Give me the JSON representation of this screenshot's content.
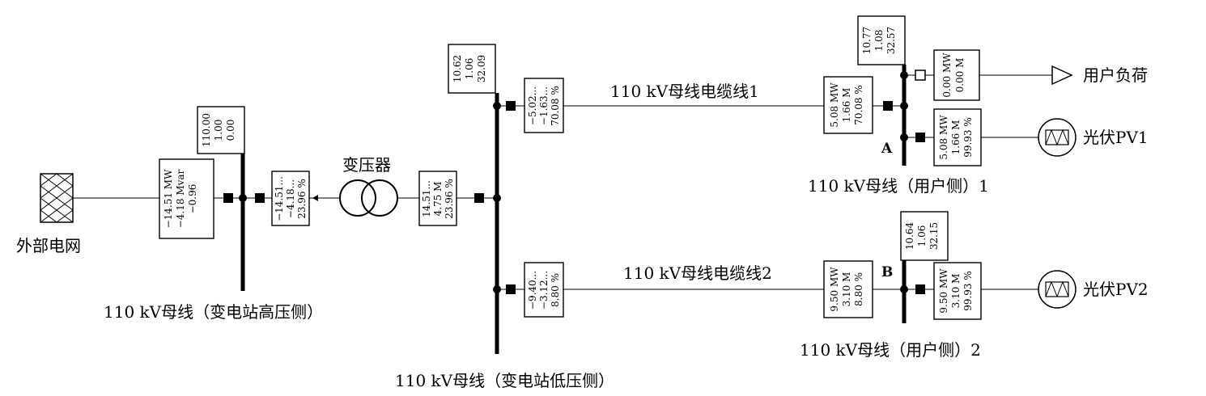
{
  "labels": {
    "external_grid": "外部电网",
    "transformer": "变压器",
    "cable1": "110 kV母线电缆线1",
    "cable2": "110 kV母线电缆线2",
    "user_load": "用户负荷",
    "pv1": "光伏PV1",
    "pv2": "光伏PV2",
    "bus_hv": "110 kV母线（变电站高压侧）",
    "bus_lv": "110 kV母线（变电站低压侧）",
    "bus_user1": "110 kV母线（用户侧）1",
    "bus_user2": "110 kV母线（用户侧）2",
    "node_a": "A",
    "node_b": "B"
  },
  "result_boxes": {
    "grid_flow": [
      "−14.51 MW",
      "−4.18 Mvar",
      "−0.96"
    ],
    "hv_bus": [
      "110.00",
      "1.00",
      "0.00"
    ],
    "trafo_hv": [
      "−14.51...",
      "−4.18...",
      "23.96 %"
    ],
    "trafo_lv": [
      "14.51...",
      "4.75 M",
      "23.96 %"
    ],
    "lv_bus": [
      "10.62",
      "1.06",
      "32.09"
    ],
    "cable1_from": [
      "−5.02...",
      "−1.63...",
      "70.08 %"
    ],
    "cable2_from": [
      "−9.40...",
      "−3.12...",
      "8.80 %"
    ],
    "cable1_to": [
      "5.08 MW",
      "1.66 M",
      "70.08 %"
    ],
    "user1_bus": [
      "10.77",
      "1.08",
      "32.57"
    ],
    "load": [
      "0.00 MW",
      "0.00 M"
    ],
    "pv1": [
      "5.08 MW",
      "1.66 M",
      "99.93 %"
    ],
    "cable2_to": [
      "9.50 MW",
      "3.10 M",
      "8.80 %"
    ],
    "user2_bus": [
      "10.64",
      "1.06",
      "32.15"
    ],
    "pv2": [
      "9.50 MW",
      "3.10 M",
      "99.93 %"
    ]
  },
  "icons": {
    "external_grid": "external-grid-icon",
    "transformer": "transformer-icon",
    "load": "load-arrow-icon",
    "pv": "pv-generator-icon"
  }
}
